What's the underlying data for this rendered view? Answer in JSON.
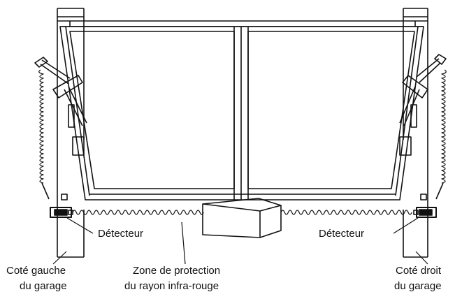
{
  "labels": {
    "detector_left": "Détecteur",
    "detector_right": "Détecteur",
    "left_side_line1": "Coté gauche",
    "left_side_line2": "du garage",
    "zone_line1": "Zone de protection",
    "zone_line2": "du rayon infra-rouge",
    "right_side_line1": "Coté droit",
    "right_side_line2": "du garage"
  },
  "colors": {
    "line": "#111111",
    "background": "#ffffff"
  }
}
